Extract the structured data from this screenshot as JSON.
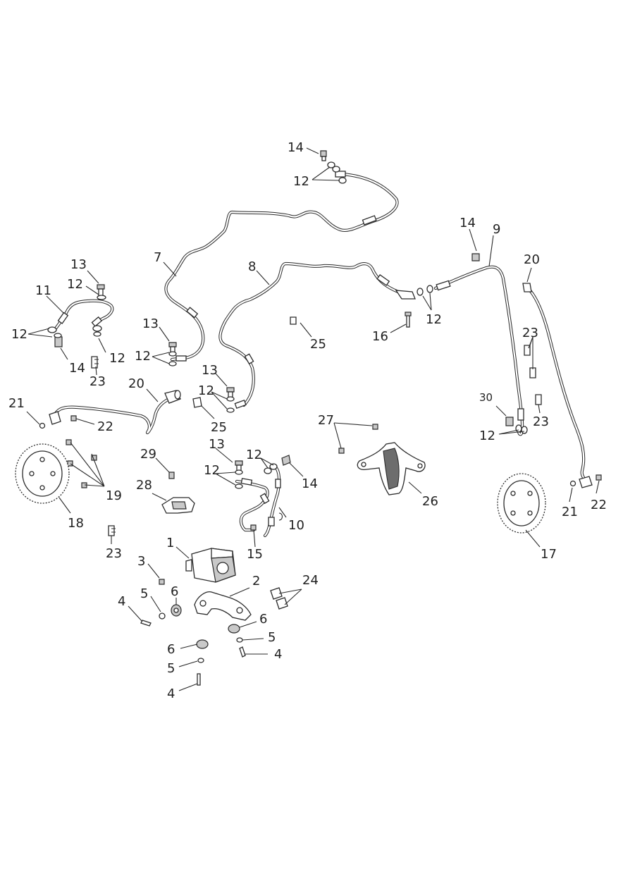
{
  "diagram": {
    "callouts": {
      "c1": "1",
      "c2": "2",
      "c3": "3",
      "c4a": "4",
      "c4b": "4",
      "c4c": "4",
      "c5a": "5",
      "c5b": "5",
      "c5c": "5",
      "c6a": "6",
      "c6b": "6",
      "c6c": "6",
      "c7": "7",
      "c8": "8",
      "c9": "9",
      "c10": "10",
      "c11": "11",
      "c12a": "12",
      "c12b": "12",
      "c12c": "12",
      "c12d": "12",
      "c12e": "12",
      "c12f": "12",
      "c12g": "12",
      "c12h": "12",
      "c12i": "12",
      "c12j": "12",
      "c13a": "13",
      "c13b": "13",
      "c13c": "13",
      "c13d": "13",
      "c14a": "14",
      "c14b": "14",
      "c14c": "14",
      "c14d": "14",
      "c15": "15",
      "c16": "16",
      "c17": "17",
      "c18": "18",
      "c19": "19",
      "c20a": "20",
      "c20b": "20",
      "c21a": "21",
      "c21b": "21",
      "c22a": "22",
      "c22b": "22",
      "c23a": "23",
      "c23b": "23",
      "c23c": "23",
      "c23d": "23",
      "c24": "24",
      "c25a": "25",
      "c25b": "25",
      "c26": "26",
      "c27": "27",
      "c28": "28",
      "c29": "29",
      "c30": "30"
    },
    "colors": {
      "line": "#2b2b2b",
      "background": "#ffffff",
      "text": "#222222"
    }
  }
}
